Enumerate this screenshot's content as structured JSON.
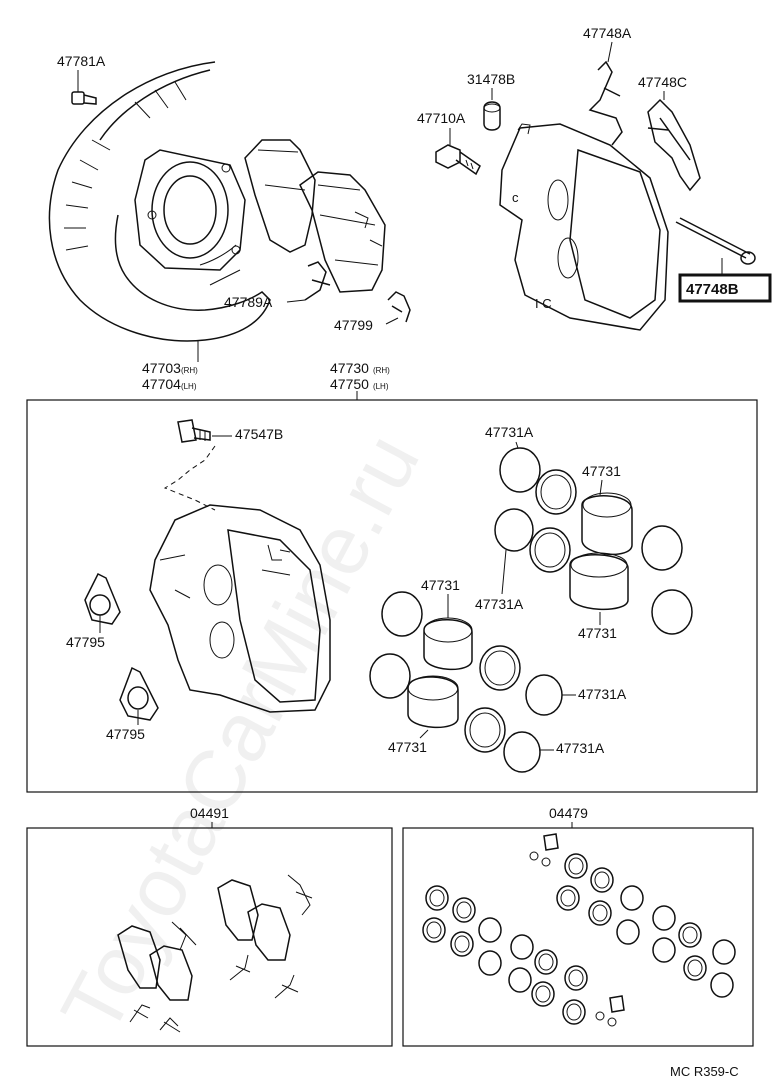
{
  "labels": {
    "l47781A": "47781A",
    "l31478B": "31478B",
    "l47748A": "47748A",
    "l47748C": "47748C",
    "l47710A": "47710A",
    "l47748B": "47748B",
    "l47789A": "47789A",
    "l47799": "47799",
    "l47703": "47703",
    "l47703_suffix": "(RH)",
    "l47704": "47704",
    "l47704_suffix": "(LH)",
    "l47730": "47730",
    "l47730_suffix": "(RH)",
    "l47750": "47750",
    "l47750_suffix": "(LH)",
    "l47547B": "47547B",
    "l47731A_top": "47731A",
    "l47731_topright": "47731",
    "l47731_left": "47731",
    "l47731A_mid": "47731A",
    "l47731_right": "47731",
    "l47795_top": "47795",
    "l47795_bottom": "47795",
    "l47731A_lowright": "47731A",
    "l47731_bottom": "47731",
    "l47731A_bottom": "47731A",
    "l04491": "04491",
    "l04479": "04479",
    "footer": "MC R359-C",
    "watermark": "ToyotaCarMine.ru"
  },
  "highlighted_part": "47748B"
}
